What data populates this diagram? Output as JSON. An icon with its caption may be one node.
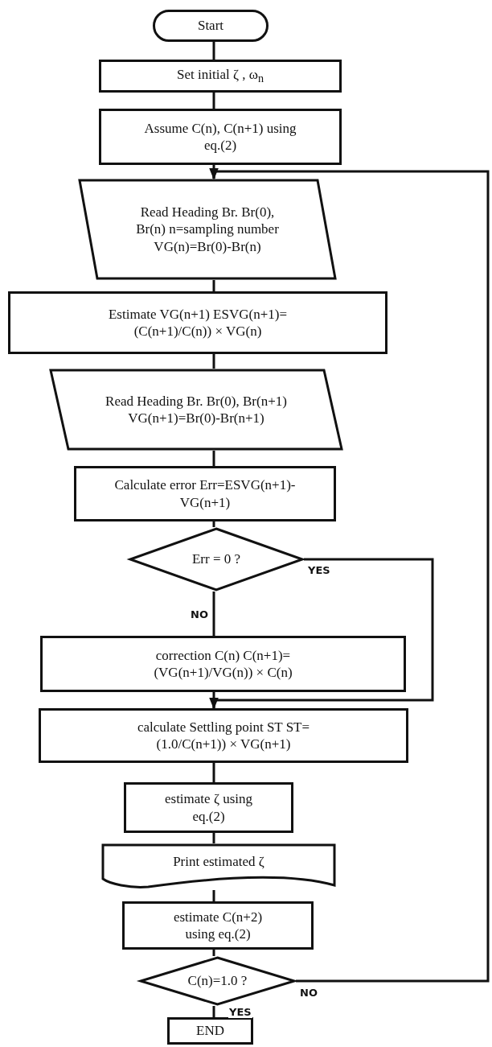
{
  "diagram": {
    "nodes": [
      {
        "text": [
          "Start"
        ]
      },
      {
        "text": [
          "Set initial ζ , ω$_{n}$"
        ]
      },
      {
        "text": [
          "Assume  C(n), C(n+1) using eq.(2)"
        ]
      },
      {
        "text": [
          "Read Heading  Br. Br(0), Br(n) n=sampling number VG(n)=Br(0)-Br(n)"
        ]
      },
      {
        "text": [
          "Estimate VG(n+1) ESVG(n+1)=(C(n+1)/C(n)) × VG(n)"
        ]
      },
      {
        "text": [
          "Read Heading  Br. Br(0), Br(n+1) VG(n+1)=Br(0)-Br(n+1)"
        ]
      },
      {
        "text": [
          "Calculate error Err=ESVG(n+1)-VG(n+1)"
        ]
      },
      {
        "text": [
          "Err = 0 ?"
        ]
      },
      {
        "text": [
          "correction C(n) C(n+1)=(VG(n+1)/VG(n)) × C(n)"
        ]
      },
      {
        "text": [
          "calculate Settling point ST ST=(1.0/C(n+1)) × VG(n+1)"
        ]
      },
      {
        "text": [
          "estimate  ζ using eq.(2)"
        ]
      },
      {
        "text": [
          "Print estimated  ζ"
        ]
      },
      {
        "text": [
          "estimate C(n+2) using eq.(2)"
        ]
      },
      {
        "text": [
          "C(n)=1.0 ?"
        ]
      },
      {
        "text": [
          "END"
        ]
      }
    ],
    "edges": [
      {
        "from": 0,
        "to": 1,
        "arrow": "none"
      },
      {
        "from": 1,
        "to": 2,
        "arrow": "none"
      },
      {
        "from": 2,
        "to": 3,
        "arrow": "none"
      },
      {
        "from": 3,
        "to": 4,
        "arrow": "none"
      },
      {
        "from": 4,
        "to": 5,
        "arrow": "none"
      },
      {
        "from": 5,
        "to": 6,
        "arrow": "none"
      },
      {
        "from": 6,
        "to": 7,
        "arrow": "none"
      },
      {
        "from": 7,
        "to": 8,
        "arrow": "none",
        "label": "NO"
      },
      {
        "from": 8,
        "to": 9,
        "arrow": "none"
      },
      {
        "from": 7,
        "to": 9,
        "arrow": "to",
        "label": "YES"
      },
      {
        "from": 9,
        "to": 10,
        "arrow": "none"
      },
      {
        "from": 10,
        "to": 11,
        "arrow": "none"
      },
      {
        "from": 11,
        "to": 12,
        "arrow": "none"
      },
      {
        "from": 12,
        "to": 13,
        "arrow": "none"
      },
      {
        "from": 13,
        "to": 14,
        "arrow": "none",
        "label": "YES"
      },
      {
        "from": 13,
        "to": 3,
        "arrow": "to",
        "label": "NO"
      }
    ]
  }
}
